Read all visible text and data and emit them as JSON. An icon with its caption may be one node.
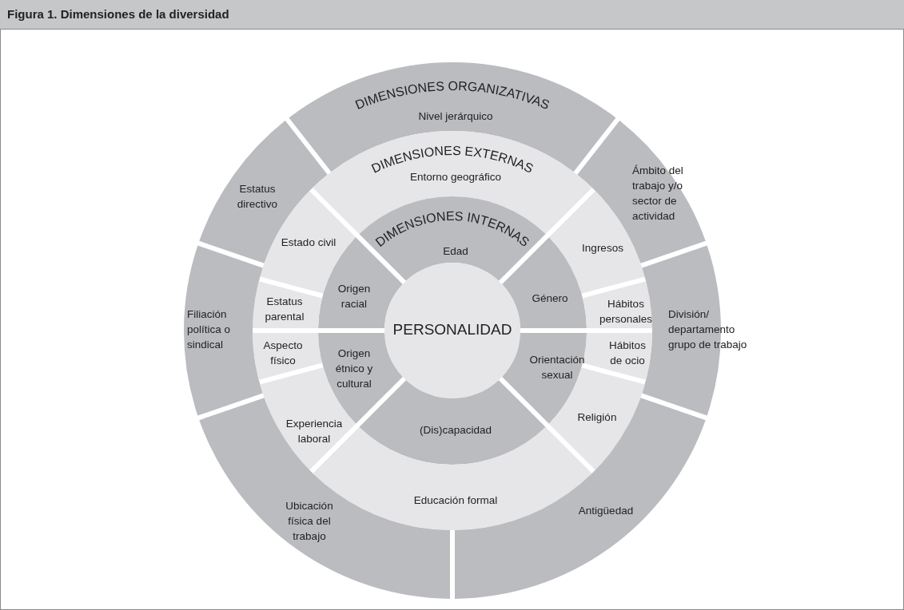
{
  "diagram": {
    "title": "Figura 1. Dimensiones de la diversidad",
    "nodes": [
      {
        "text": [
          "DIMENSIONES ORGANIZATIVAS",
          "Nivel jerárquico"
        ]
      },
      {
        "text": [
          "Estatus directivo"
        ]
      },
      {
        "text": [
          "Ámbito del trabajo y/o sector de actividad"
        ]
      },
      {
        "text": [
          "DIMENSIONES EXTERNAS",
          "Entorno geográfico"
        ]
      },
      {
        "text": [
          "Estado civil"
        ]
      },
      {
        "text": [
          "DIMENSIONES INTERNAS",
          "Edad"
        ]
      },
      {
        "text": [
          "Ingresos"
        ]
      },
      {
        "text": [
          "Origen racial"
        ]
      },
      {
        "text": [
          "Género"
        ]
      },
      {
        "text": [
          "Estatus parental"
        ]
      },
      {
        "text": [
          "Hábitos personales"
        ]
      },
      {
        "text": [
          "Filiación política o sindical"
        ]
      },
      {
        "text": [
          "División/ departamento grupo de trabajo"
        ]
      },
      {
        "text": [
          "PERSONALIDAD"
        ]
      },
      {
        "text": [
          "Aspecto físico"
        ]
      },
      {
        "text": [
          "Hábitos de ocio"
        ]
      },
      {
        "text": [
          "Origen étnico y cultural"
        ]
      },
      {
        "text": [
          "Orientación sexual"
        ]
      },
      {
        "text": [
          "Experiencia laboral"
        ]
      },
      {
        "text": [
          "Religión"
        ]
      },
      {
        "text": [
          "(Dis)capacidad"
        ]
      },
      {
        "text": [
          "Educación formal"
        ]
      },
      {
        "text": [
          "Antigüedad"
        ]
      },
      {
        "text": [
          "Ubicación física del trabajo"
        ]
      }
    ]
  }
}
